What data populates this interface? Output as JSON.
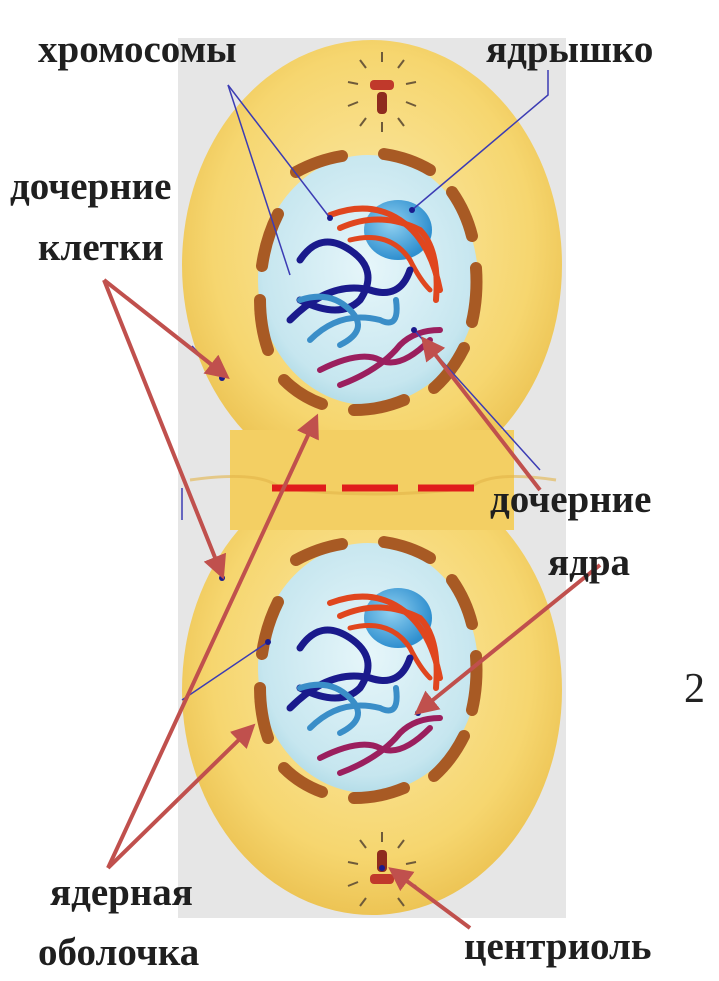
{
  "labels": {
    "chromosomes": "хромосомы",
    "nucleolus": "ядрышко",
    "daughter_cells_line1": "дочерние",
    "daughter_cells_line2": "клетки",
    "daughter_nuclei_line1": "дочерние",
    "daughter_nuclei_line2": "ядра",
    "nuclear_envelope_line1": "ядерная",
    "nuclear_envelope_line2": "оболочка",
    "centriole": "центриоль",
    "partial_number": "2"
  },
  "colors": {
    "cytoplasm": "#f6d66f",
    "nucleus": "#cdeaf2",
    "envelope": "#a85a24",
    "arrow": "#c0504d",
    "pointer_line": "#3c3cb4",
    "division_dash": "#e01c1c",
    "chromosome_dark_blue": "#1a1a8c",
    "chromosome_light_blue": "#3a8ec8",
    "chromosome_red": "#e0461e",
    "chromosome_purple": "#9b1f5e",
    "nucleolus": "#2f9ad6"
  }
}
